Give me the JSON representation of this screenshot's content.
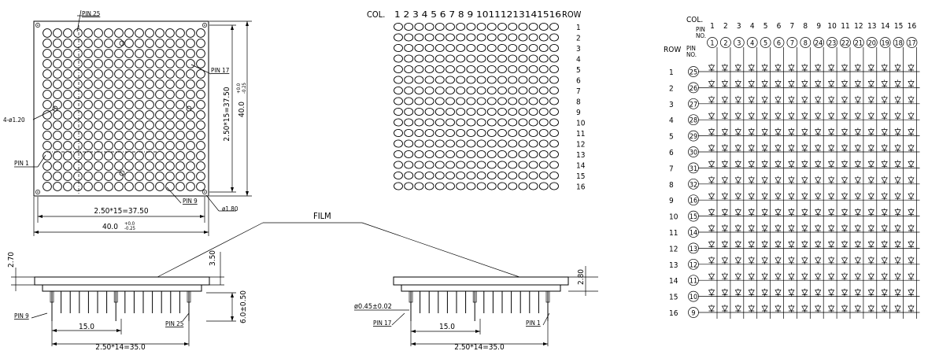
{
  "top_view": {
    "pin_labels": {
      "pin25": "PIN 25",
      "pin17": "PIN 17",
      "pin1": "PIN 1",
      "pin9": "PIN 9"
    },
    "hole_label": "4-ø1.20",
    "pitch_v": "2.50*15=37.50",
    "overall_v": "40.0",
    "tol_upper": "+0.0",
    "tol_lower": "-0.25",
    "pitch_h": "2.50*15=37.50",
    "overall_h": "40.0",
    "dot_label": "ø1.80"
  },
  "front_view": {
    "col_label": "COL.",
    "row_label": "ROW",
    "col_numbers": "1 2 3 4 5 6 7 8 9 10111213141516",
    "row_numbers": [
      "1",
      "2",
      "3",
      "4",
      "5",
      "6",
      "7",
      "8",
      "9",
      "10",
      "11",
      "12",
      "13",
      "14",
      "15",
      "16"
    ]
  },
  "film_label": "FILM",
  "side_left": {
    "h_body": "2.70",
    "h_top": "3.50",
    "pin_len": "6.0±0.50",
    "pin_left": "PIN 9",
    "pin_right": "PIN 25",
    "inner": "15.0",
    "span": "2.50*14=35.0"
  },
  "side_right": {
    "lead": "ø0.45±0.02",
    "h": "2.80",
    "pin_left": "PIN 17",
    "pin_right": "PIN 1",
    "inner": "15.0",
    "span": "2.50*14=35.0"
  },
  "schematic": {
    "col_label": "COL.",
    "pin_no_label": "PIN\nNO.",
    "row_label": "ROW",
    "row_pin_label": "PIN\nNO.",
    "columns": [
      "1",
      "2",
      "3",
      "4",
      "5",
      "6",
      "7",
      "8",
      "9",
      "10",
      "11",
      "12",
      "13",
      "14",
      "15",
      "16"
    ],
    "col_pins": [
      "1",
      "2",
      "3",
      "4",
      "5",
      "6",
      "7",
      "8",
      "24",
      "23",
      "22",
      "21",
      "20",
      "19",
      "18",
      "17"
    ],
    "rows": [
      "1",
      "2",
      "3",
      "4",
      "5",
      "6",
      "7",
      "8",
      "9",
      "10",
      "11",
      "12",
      "13",
      "14",
      "15",
      "16"
    ],
    "row_pins": [
      "25",
      "26",
      "27",
      "28",
      "29",
      "30",
      "31",
      "32",
      "16",
      "15",
      "14",
      "13",
      "12",
      "11",
      "10",
      "9"
    ]
  }
}
